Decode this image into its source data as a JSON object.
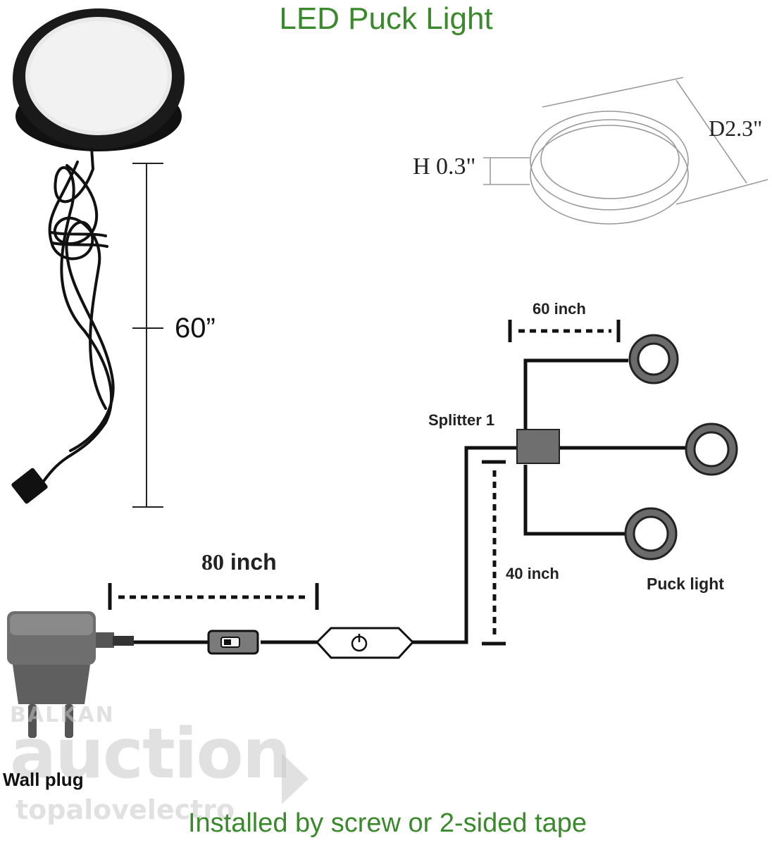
{
  "title": "LED Puck Light",
  "footer": "Installed by screw or 2-sided tape",
  "cable_length_label": "60”",
  "dimensions": {
    "height_label": "H 0.3\"",
    "diameter_label": "D2.3\""
  },
  "wiring": {
    "splitter_label": "Splitter 1",
    "branch_length_label": "60 inch",
    "vertical_length_label": "40 inch",
    "puck_label": "Puck light",
    "plug_cable_length_number": "80",
    "plug_cable_length_unit": "inch",
    "plug_label": "Wall plug"
  },
  "watermark": {
    "line1": "BALKAN",
    "line2": "auction",
    "line3": "topalovelectro"
  },
  "colors": {
    "title_green": "#3a8a2c",
    "puck_ring": "#6b6b6b",
    "splitter": "#6f6f6f",
    "cable": "#111111"
  }
}
